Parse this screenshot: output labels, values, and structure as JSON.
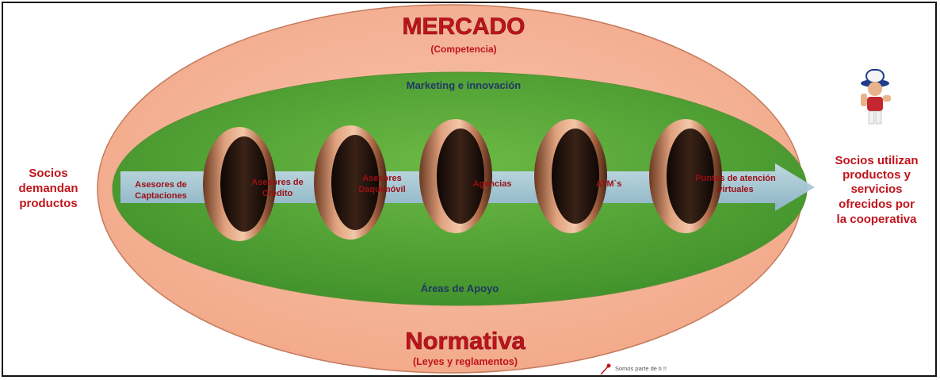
{
  "outer": {
    "title": "MERCADO",
    "subtitle": "(Competencia)",
    "bottom_title": "Normativa",
    "bottom_subtitle": "(Leyes y reglamentos)"
  },
  "inner": {
    "top_label": "Marketing e innovación",
    "bottom_label": "Áreas de Apoyo"
  },
  "channels": [
    {
      "line1": "Asesores de",
      "line2": "Captaciones"
    },
    {
      "line1": "Asesores de",
      "line2": "Crédito"
    },
    {
      "line1": "Asesores",
      "line2": "Daquimóvil"
    },
    {
      "line1": "Agencias",
      "line2": ""
    },
    {
      "line1": "ATM`s",
      "line2": ""
    },
    {
      "line1": "Puntos de atención",
      "line2": "virtuales"
    }
  ],
  "left_text": [
    "Socios",
    "demandan",
    "productos"
  ],
  "right_text": [
    "Socios utilizan",
    "productos y",
    "servicios",
    "ofrecidos por",
    "la cooperativa"
  ],
  "footer": {
    "slogan": "Somos parte de ti !!"
  },
  "colors": {
    "outer_fill": "#f4b19a",
    "inner_fill": "#5aa83a",
    "title_red": "#c0141c",
    "label_navy": "#1f3864",
    "arrow_blue": "#a9c9dc",
    "ring_copper": "#c98a66"
  }
}
